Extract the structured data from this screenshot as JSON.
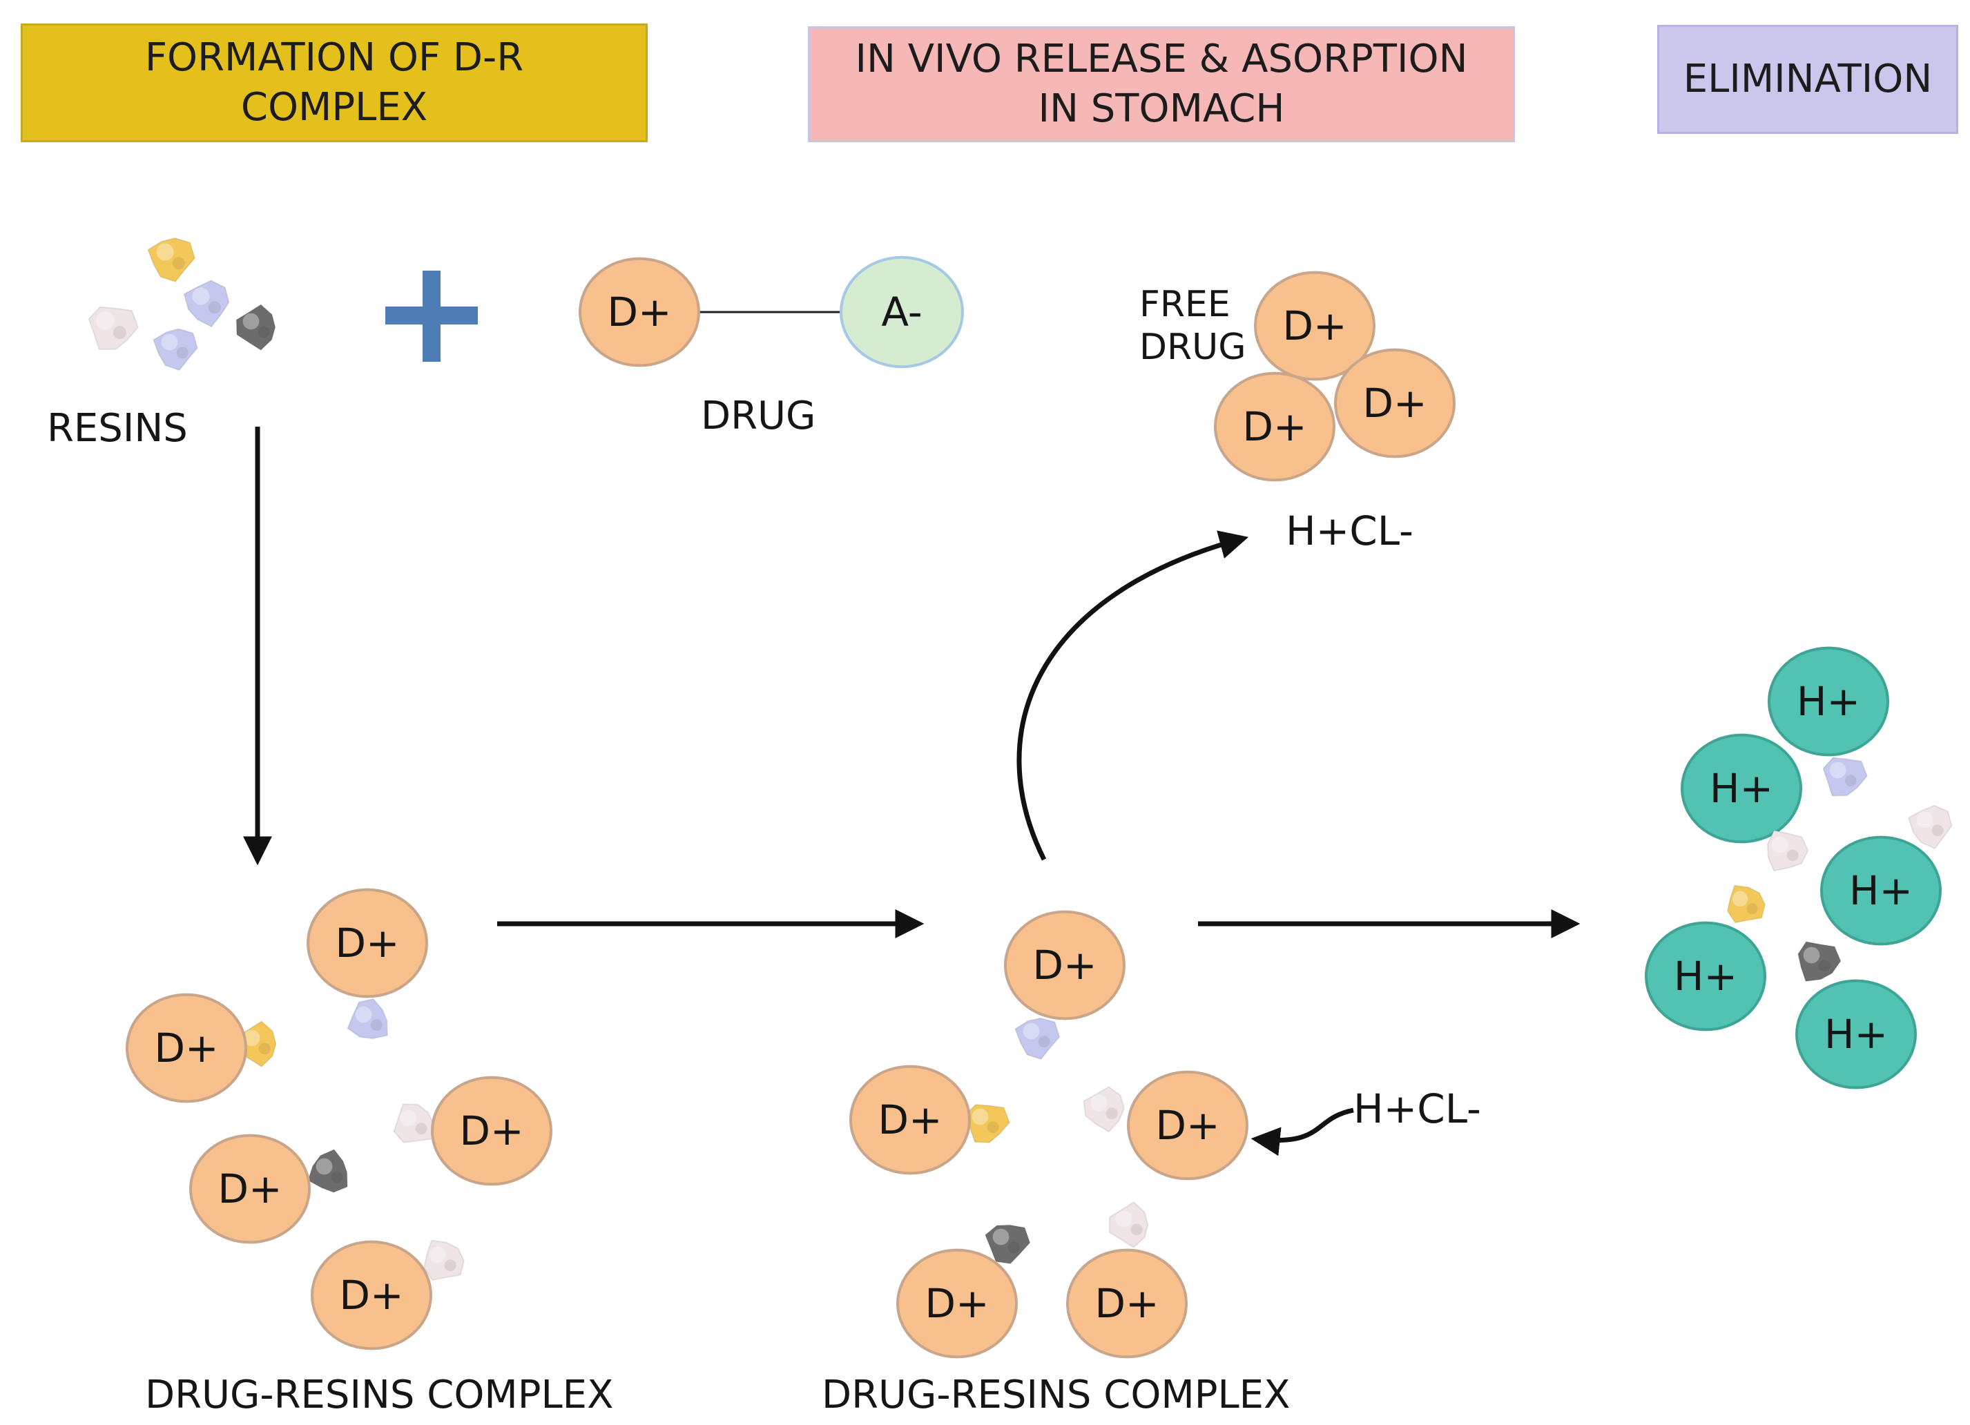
{
  "headers": {
    "formation": {
      "text": "FORMATION OF D-R\nCOMPLEX",
      "color": "#e4c01d"
    },
    "release": {
      "text": "IN VIVO RELEASE & ASORPTION\nIN STOMACH",
      "color": "#f6b7b7"
    },
    "elimination": {
      "text": "ELIMINATION",
      "color": "#cbc6ec"
    }
  },
  "labels": {
    "resins": "RESINS",
    "drug": "DRUG",
    "free_drug": "FREE\nDRUG",
    "hcl_top": "H+CL-",
    "hcl_mid": "H+CL-",
    "complex_left": "DRUG-RESINS COMPLEX",
    "complex_mid": "DRUG-RESINS COMPLEX"
  },
  "ions": {
    "drug_cation": "D+",
    "drug_anion": "A-",
    "hydrogen": "H+"
  },
  "colors": {
    "drug_ball": "#f8c08d",
    "drug_ball_stroke": "#c9a58a",
    "anion_ball": "#d6ecd0",
    "hydrogen_ball": "#52c2b2",
    "hydrogen_stroke": "#3ea596",
    "plus_sign": "#4e7cb4",
    "resin_yellow": "#f3c759",
    "resin_lilac": "#c4c8ee",
    "resin_gray": "#6c6c6c",
    "resin_pink": "#efe4e6"
  }
}
